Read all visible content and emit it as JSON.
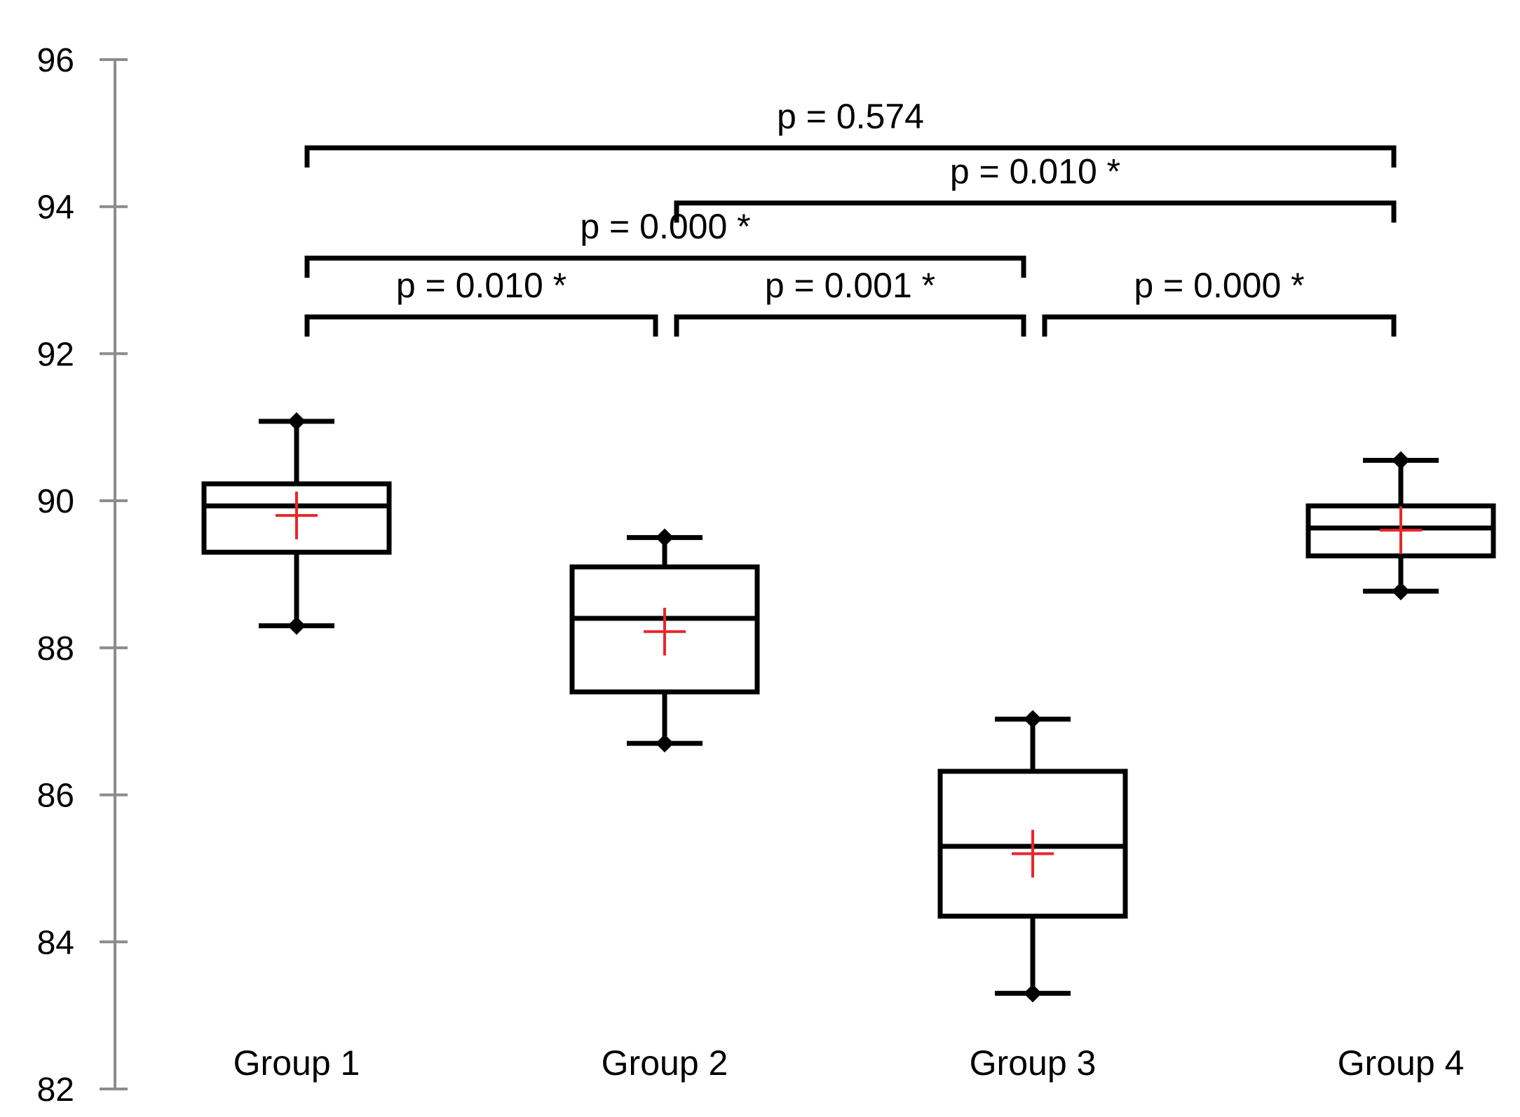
{
  "chart_data": {
    "type": "box",
    "title": "",
    "xlabel": "",
    "ylabel": "",
    "ylim": [
      82,
      96
    ],
    "y_ticks": [
      82,
      84,
      86,
      88,
      90,
      92,
      94,
      96
    ],
    "grid": false,
    "legend": "none",
    "categories": [
      "Group 1",
      "Group 2",
      "Group 3",
      "Group 4"
    ],
    "boxes": [
      {
        "category": "Group 1",
        "min": 88.3,
        "q1": 89.3,
        "median": 89.93,
        "q3": 90.23,
        "max": 91.08,
        "mean": 89.8
      },
      {
        "category": "Group 2",
        "min": 86.7,
        "q1": 87.4,
        "median": 88.4,
        "q3": 89.1,
        "max": 89.5,
        "mean": 88.22
      },
      {
        "category": "Group 3",
        "min": 83.3,
        "q1": 84.35,
        "median": 85.3,
        "q3": 86.32,
        "max": 87.03,
        "mean": 85.2
      },
      {
        "category": "Group 4",
        "min": 88.77,
        "q1": 89.25,
        "median": 89.63,
        "q3": 89.93,
        "max": 90.55,
        "mean": 89.6
      }
    ],
    "comparisons": [
      {
        "from": "Group 1",
        "to": "Group 2",
        "y": 92.5,
        "label": "p = 0.010 *"
      },
      {
        "from": "Group 2",
        "to": "Group 3",
        "y": 92.5,
        "label": "p = 0.001 *"
      },
      {
        "from": "Group 3",
        "to": "Group 4",
        "y": 92.5,
        "label": "p = 0.000 *"
      },
      {
        "from": "Group 1",
        "to": "Group 3",
        "y": 93.3,
        "label": "p = 0.000 *"
      },
      {
        "from": "Group 2",
        "to": "Group 4",
        "y": 94.05,
        "label": "p = 0.010 *"
      },
      {
        "from": "Group 1",
        "to": "Group 4",
        "y": 94.8,
        "label": "p = 0.574"
      }
    ],
    "colors": {
      "box": "#000000",
      "mean_marker": "#e8262b",
      "axis": "#8c8c8c"
    }
  }
}
